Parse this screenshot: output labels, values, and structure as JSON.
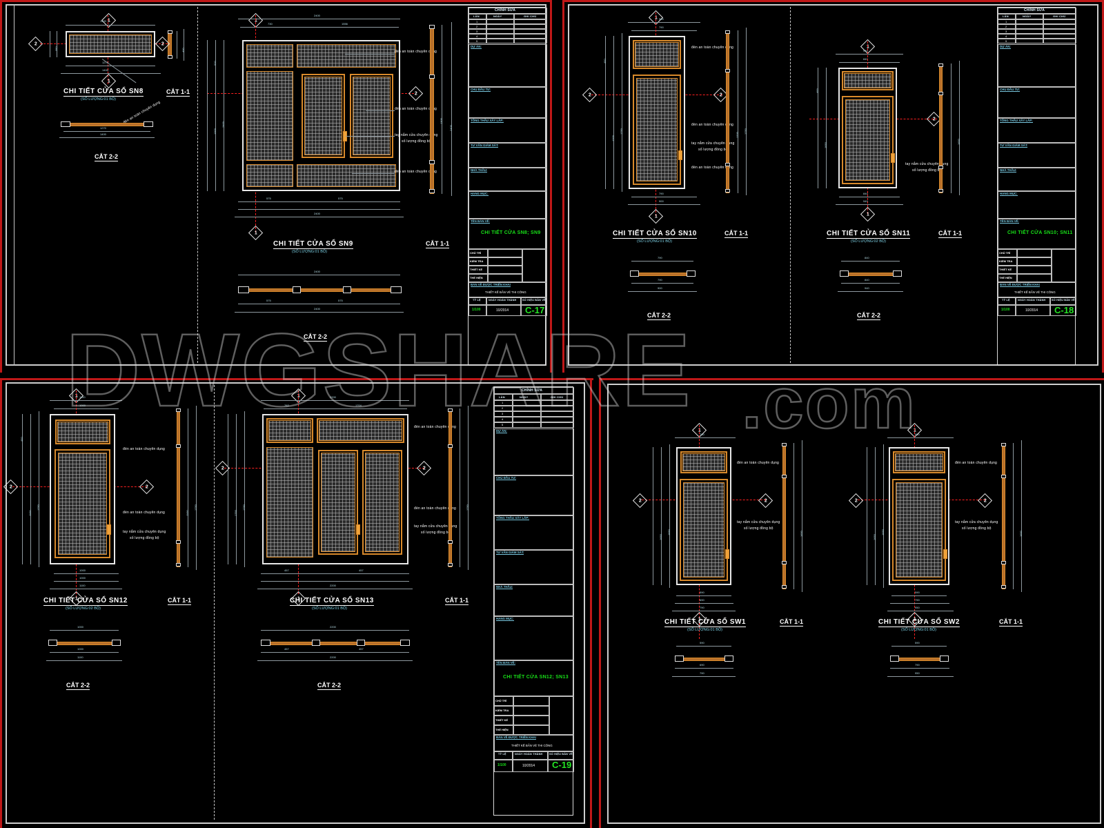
{
  "watermark": {
    "text": "DWGSHARE",
    "suffix": ".com"
  },
  "sheets": [
    {
      "id": "C-17",
      "details": [
        {
          "code": "SN8",
          "title": "CHI TIẾT CỬA SỔ SN8",
          "qty": "(SỐ LƯỢNG:01 BỘ)",
          "section1": "CẮT 1-1",
          "section2": "CẮT 2-2"
        },
        {
          "code": "SN9",
          "title": "CHI TIẾT CỬA SỔ SN9",
          "qty": "(SỐ LƯỢNG:01 BỘ)",
          "section1": "CẮT 1-1",
          "section2": "CẮT 2-2"
        }
      ],
      "notes": [
        "đèn an toàn chuyên dụng",
        "tay nắm cửa chuyên dụng",
        "số lượng đồng bộ"
      ],
      "dims": {
        "sn8": {
          "overall_w": "1400",
          "inner_w": "1270",
          "edge_l": "65",
          "edge_r": "65",
          "overall_h": "400",
          "inner_h": "350",
          "thickness": "40"
        },
        "sn9": {
          "overall_w": "2400",
          "top_a": "730",
          "top_b": "1556",
          "bottom": [
            "100",
            "575",
            "100",
            "100",
            "575",
            "100",
            "65"
          ],
          "overall_h": "2400",
          "rows": [
            "520",
            "1300",
            "520"
          ]
        }
      },
      "titleblock": {
        "revision_header": "CHỈNH SỬA",
        "revision_cols": [
          "LẦN",
          "NGÀY",
          "GHI CHÚ"
        ],
        "revision_rows": [
          "1",
          "2",
          "3",
          "4",
          "5"
        ],
        "fields": [
          "DỰ ÁN:",
          "CHỦ ĐẦU TƯ:",
          "TỔNG THẦU XÂY LẮP:",
          "TƯ VẤN GIÁM SÁT:",
          "NHÀ THẦU:",
          "HẠNG MỤC:",
          "TÊN BẢN VẼ:"
        ],
        "drawing_name": "CHI TIẾT CỬA SN8; SN9",
        "signature_rows": [
          "CHỦ TRÌ",
          "KIỂM TRA",
          "THIẾT KẾ",
          "THỂ HIỆN"
        ],
        "approval_label": "BẢN VẼ ĐƯỢC TRIỂN KHAI",
        "approval_sub": "THIẾT KẾ BẢN VẼ THI CÔNG",
        "bottom_cols": [
          "TỶ LỆ",
          "NGÀY HOÀN THÀNH",
          "SỐ HIỆU BẢN VẼ"
        ],
        "scale": "1/100",
        "date": "10/2014",
        "sheet_no": "C-17"
      }
    },
    {
      "id": "C-18",
      "details": [
        {
          "code": "SN10",
          "title": "CHI TIẾT CỬA SỔ SN10",
          "qty": "(SỐ LƯỢNG:01 BỘ)",
          "section1": "CẮT 1-1",
          "section2": "CẮT 2-2"
        },
        {
          "code": "SN11",
          "title": "CHI TIẾT CỬA SỔ SN11",
          "qty": "(SỐ LƯỢNG:02 BỘ)",
          "section1": "CẮT 1-1",
          "section2": "CẮT 2-2"
        }
      ],
      "notes": [
        "đèn an toàn chuyên dụng",
        "tay nắm cửa chuyên dụng",
        "số lượng đồng bộ"
      ],
      "dims": {
        "sn10": {
          "overall_w": "900",
          "inner_w": "790",
          "overall_h": "1750",
          "rows": [
            "450",
            "1200"
          ]
        },
        "sn11": {
          "overall_w": "940",
          "inner_w": "840",
          "overall_h": "1650",
          "rows": [
            "400",
            "1150"
          ]
        }
      },
      "titleblock": {
        "revision_header": "CHỈNH SỬA",
        "revision_cols": [
          "LẦN",
          "NGÀY",
          "GHI CHÚ"
        ],
        "revision_rows": [
          "1",
          "2",
          "3",
          "4",
          "5"
        ],
        "fields": [
          "DỰ ÁN:",
          "CHỦ ĐẦU TƯ:",
          "TỔNG THẦU XÂY LẮP:",
          "TƯ VẤN GIÁM SÁT:",
          "NHÀ THẦU:",
          "HẠNG MỤC:",
          "TÊN BẢN VẼ:"
        ],
        "drawing_name": "CHI TIẾT CỬA SN10; SN11",
        "signature_rows": [
          "CHỦ TRÌ",
          "KIỂM TRA",
          "THIẾT KẾ",
          "THỂ HIỆN"
        ],
        "approval_label": "BẢN VẼ ĐƯỢC TRIỂN KHAI",
        "approval_sub": "THIẾT KẾ BẢN VẼ THI CÔNG",
        "bottom_cols": [
          "TỶ LỆ",
          "NGÀY HOÀN THÀNH",
          "SỐ HIỆU BẢN VẼ"
        ],
        "scale": "1/100",
        "date": "10/2014",
        "sheet_no": "C-18"
      }
    },
    {
      "id": "C-19",
      "details": [
        {
          "code": "SN12",
          "title": "CHI TIẾT CỬA SỔ SN12",
          "qty": "(SỐ LƯỢNG:02 BỘ)",
          "section1": "CẮT 1-1",
          "section2": "CẮT 2-2"
        },
        {
          "code": "SN13",
          "title": "CHI TIẾT CỬA SỔ SN13",
          "qty": "(SỐ LƯỢNG:01 BỘ)",
          "section1": "CẮT 1-1",
          "section2": "CẮT 2-2"
        }
      ],
      "notes": [
        "đèn an toàn chuyên dụng",
        "tay nắm cửa chuyên dụng",
        "số lượng đồng bộ"
      ],
      "dims": {
        "sn12": {
          "overall_w": "1100",
          "inner_w": "1000",
          "overall_h": "1750",
          "rows": [
            "450",
            "1100"
          ]
        },
        "sn13": {
          "overall_w": "2200",
          "top_a": "762",
          "top_b": "1704",
          "bottom": [
            "100",
            "457",
            "100",
            "100",
            "457",
            "100"
          ],
          "overall_h": "1750"
        }
      },
      "titleblock": {
        "revision_header": "CHỈNH SỬA",
        "revision_cols": [
          "LẦN",
          "NGÀY",
          "GHI CHÚ"
        ],
        "revision_rows": [
          "1",
          "2",
          "3",
          "4",
          "5"
        ],
        "fields": [
          "DỰ ÁN:",
          "CHỦ ĐẦU TƯ:",
          "TỔNG THẦU XÂY LẮP:",
          "TƯ VẤN GIÁM SÁT:",
          "NHÀ THẦU:",
          "HẠNG MỤC:",
          "TÊN BẢN VẼ:"
        ],
        "drawing_name": "CHI TIẾT CỬA SN12; SN13",
        "signature_rows": [
          "CHỦ TRÌ",
          "KIỂM TRA",
          "THIẾT KẾ",
          "THỂ HIỆN"
        ],
        "approval_label": "BẢN VẼ ĐƯỢC TRIỂN KHAI",
        "approval_sub": "THIẾT KẾ BẢN VẼ THI CÔNG",
        "bottom_cols": [
          "TỶ LỆ",
          "NGÀY HOÀN THÀNH",
          "SỐ HIỆU BẢN VẼ"
        ],
        "scale": "1/100",
        "date": "10/2014",
        "sheet_no": "C-19"
      }
    },
    {
      "id": "SW",
      "details": [
        {
          "code": "SW1",
          "title": "CHI TIẾT CỬA SỔ SW1",
          "qty": "(SỐ LƯỢNG:01 BỘ)",
          "section1": "CẮT 1-1",
          "section2": ""
        },
        {
          "code": "SW2",
          "title": "CHI TIẾT CỬA SỔ SW2",
          "qty": "(SỐ LƯỢNG:01 BỘ)",
          "section1": "CẮT 1-1",
          "section2": ""
        }
      ],
      "notes": [
        "đèn an toàn chuyên dụng",
        "tay nắm cửa chuyên dụng",
        "số lượng đồng bộ"
      ],
      "dims": {
        "sw1": {
          "overall_w": "790",
          "inner_w": "690",
          "mid": "590",
          "overall_h": "1650"
        },
        "sw2": {
          "overall_w": "950",
          "inner_w": "790",
          "mid": "590",
          "overall_h": "1650"
        }
      }
    }
  ],
  "colors": {
    "background": "#000000",
    "frame_orange": "#d98a2b",
    "line_white": "#c8c8c8",
    "centerline_red": "#ff2020",
    "text_cyan": "#7fd4e8",
    "sheet_green": "#25e425",
    "border_red": "#c01818"
  }
}
